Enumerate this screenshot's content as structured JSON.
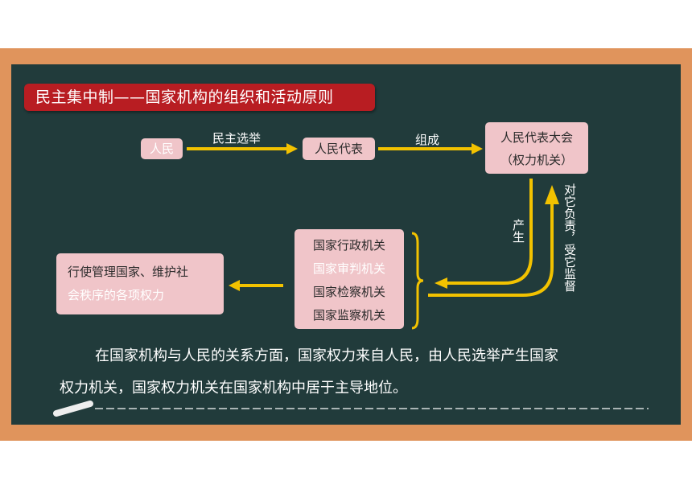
{
  "title": "民主集中制——国家机构的组织和活动原则",
  "nodes": {
    "people": "人民",
    "representatives": "人民代表",
    "npc": [
      "人民代表大会",
      "（权力机关）"
    ],
    "organs": [
      "国家行政机关",
      "国家审判机关",
      "国家检察机关",
      "国家监察机关"
    ],
    "duties": [
      "行使管理国家、维护社",
      "会秩序的各项权力"
    ]
  },
  "edges": {
    "elect": "民主选举",
    "form": "组成",
    "produce": "产生",
    "responsible": "对它负责，受它监督"
  },
  "paragraph": [
    "在国家机构与人民的关系方面，国家权力来自人民，由人民选举产生国家",
    "权力机关，国家权力机关在国家机构中居于主导地位。"
  ],
  "colors": {
    "board": "#213b3b",
    "frame": "#e0945c",
    "banner": "#b81d22",
    "box": "#f0c5c9",
    "arrow": "#f2c200"
  }
}
